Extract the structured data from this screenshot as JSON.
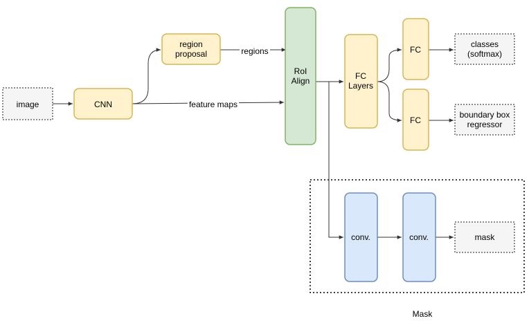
{
  "nodes": {
    "image": {
      "label": "image"
    },
    "cnn": {
      "label": "CNN"
    },
    "region_proposal": {
      "line1": "region",
      "line2": "proposal"
    },
    "roi_align": {
      "line1": "RoI",
      "line2": "Align"
    },
    "fc_layers": {
      "line1": "FC",
      "line2": "Layers"
    },
    "fc_top": {
      "label": "FC"
    },
    "fc_bottom": {
      "label": "FC"
    },
    "classes": {
      "line1": "classes",
      "line2": "(softmax)"
    },
    "bbox_regressor": {
      "line1": "boundary box",
      "line2": "regressor"
    },
    "conv1": {
      "label": "conv."
    },
    "conv2": {
      "label": "conv."
    },
    "mask": {
      "label": "mask"
    }
  },
  "edge_labels": {
    "regions": "regions",
    "feature_maps": "feature maps"
  },
  "group": {
    "label": "Mask"
  },
  "colors": {
    "yellow_fill": "#fff2cc",
    "yellow_stroke": "#d6b656",
    "green_fill": "#d5e8d4",
    "green_stroke": "#82b366",
    "blue_fill": "#dae8fc",
    "blue_stroke": "#6c8ebf",
    "gray_fill": "#f5f5f5",
    "gray_stroke": "#666666",
    "edge": "#333333"
  }
}
